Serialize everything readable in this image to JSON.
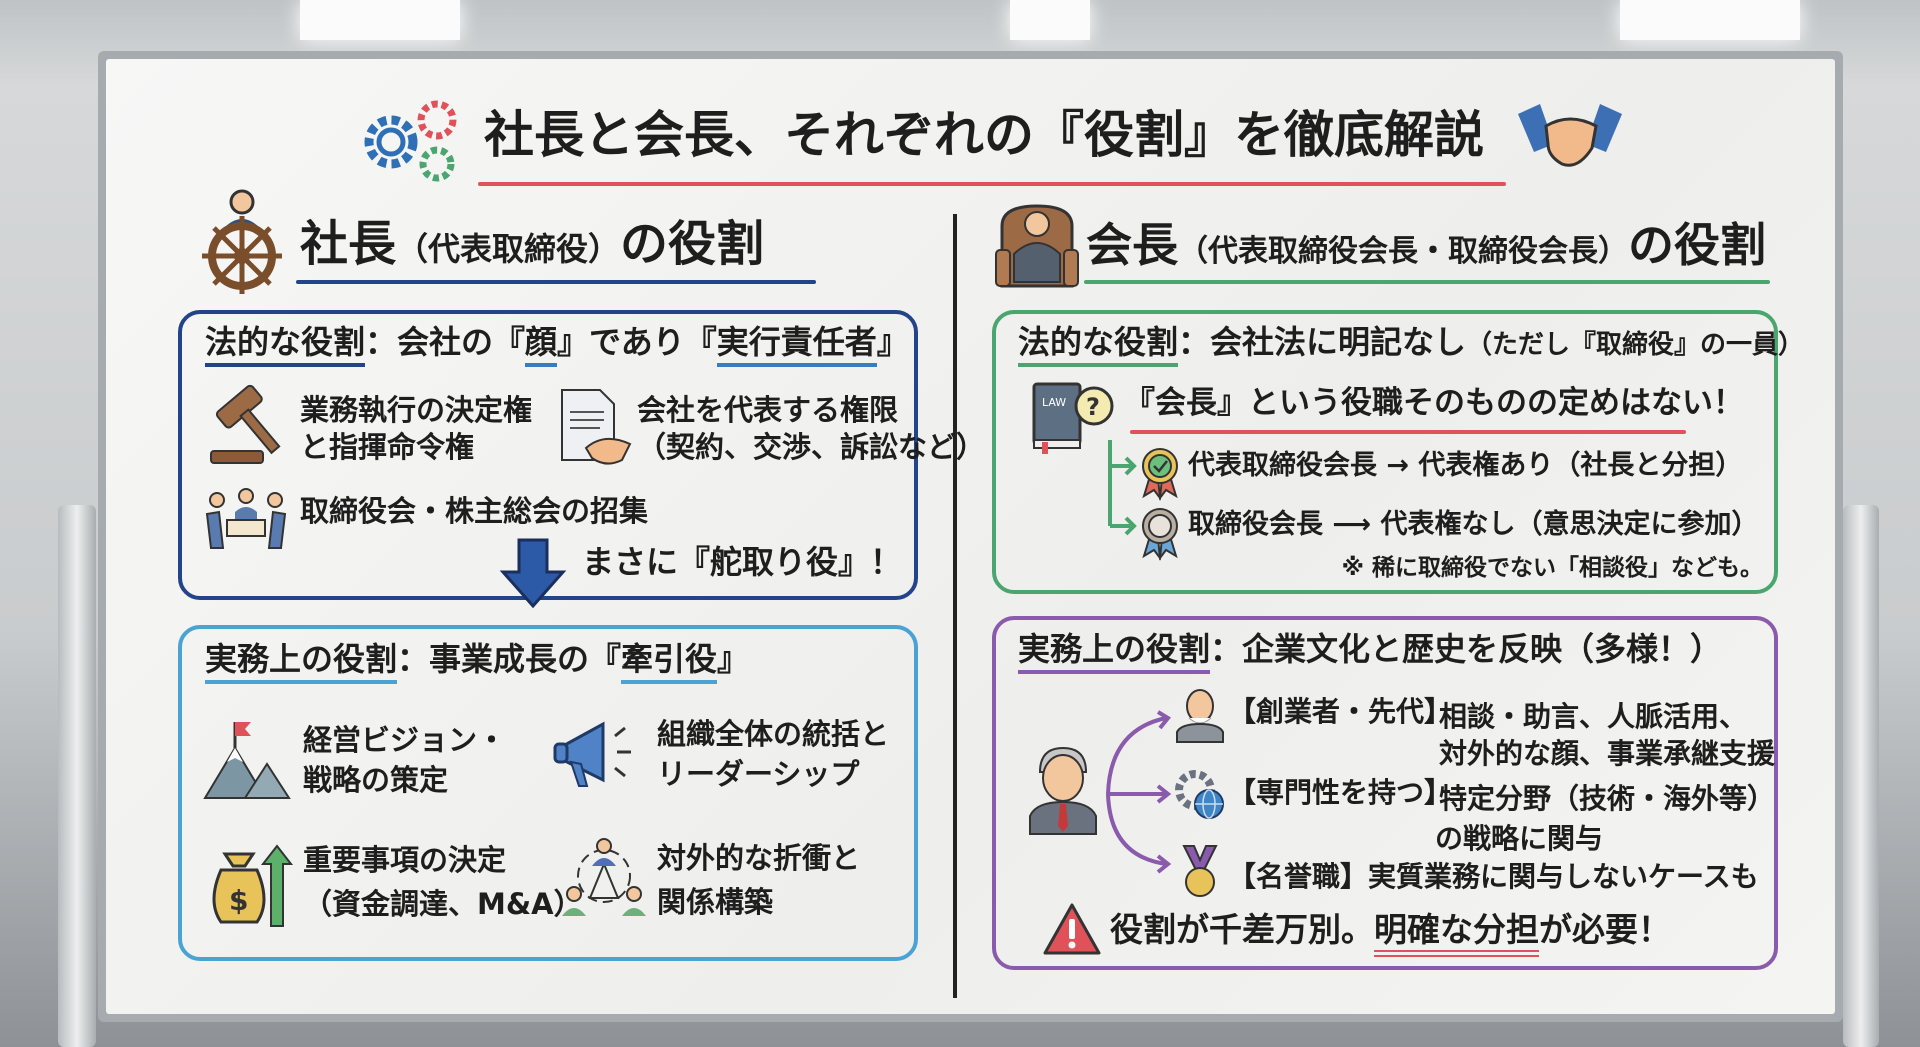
{
  "title": {
    "text": "社長と会長、それぞれの『役割』を徹底解説",
    "underline_color": "#e0525a"
  },
  "colors": {
    "navy": "#24448a",
    "sky": "#4aa3d3",
    "green": "#4aa56e",
    "purple": "#8a5aac",
    "red": "#e0525a"
  },
  "left": {
    "heading": {
      "main": "社長",
      "paren": "（代表取締役）",
      "suffix": "の役割"
    },
    "legal": {
      "header": [
        "法的な役割",
        "：会社の『",
        "顔",
        "』であり『",
        "実行責任者",
        "』"
      ],
      "items": [
        {
          "icon": "gavel-icon",
          "lines": [
            "業務執行の決定権",
            "と指揮命令権"
          ]
        },
        {
          "icon": "contract-handshake-icon",
          "lines": [
            "会社を代表する権限",
            "（契約、交渉、訴訟など）"
          ]
        },
        {
          "icon": "board-meeting-icon",
          "lines": [
            "取締役会・株主総会の招集"
          ]
        }
      ],
      "conclusion": "まさに『舵取り役』！"
    },
    "practical": {
      "header": [
        "実務上の役割",
        "：事業成長の『",
        "牽引役",
        "』"
      ],
      "items": [
        {
          "icon": "mountain-flag-icon",
          "lines": [
            "経営ビジョン・",
            "戦略の策定"
          ]
        },
        {
          "icon": "megaphone-icon",
          "lines": [
            "組織全体の統括と",
            "リーダーシップ"
          ]
        },
        {
          "icon": "money-bag-growth-icon",
          "lines": [
            "重要事項の決定",
            "（資金調達、M&A）"
          ]
        },
        {
          "icon": "network-people-icon",
          "lines": [
            "対外的な折衝と",
            "関係構築"
          ]
        }
      ]
    }
  },
  "right": {
    "heading": {
      "main": "会長",
      "paren": "（代表取締役会長・取締役会長）",
      "suffix": "の役割"
    },
    "legal": {
      "header": [
        "法的な役割",
        "：会社法に明記なし",
        "（ただし『取締役』の一員）"
      ],
      "statement": "『会長』という役職そのものの定めはない！",
      "branches": [
        {
          "icon": "award-ribbon-check-icon",
          "text": "代表取締役会長 → 代表権あり（社長と分担）"
        },
        {
          "icon": "award-ribbon-icon",
          "text": "取締役会長 ⟶ 代表権なし（意思決定に参加）"
        }
      ],
      "note": "※ 稀に取締役でない「相談役」なども。"
    },
    "practical": {
      "header": [
        "実務上の役割",
        "：企業文化と歴史を反映（多様！）"
      ],
      "roles": [
        {
          "icon": "elder-founder-icon",
          "tag": "【創業者・先代】",
          "lines": [
            "相談・助言、人脈活用、",
            "対外的な顔、事業承継支援"
          ]
        },
        {
          "icon": "gear-globe-icon",
          "tag": "【専門性を持つ】",
          "lines": [
            "特定分野（技術・海外等）",
            "の戦略に関与"
          ]
        },
        {
          "icon": "medal-icon",
          "tag": "【名誉職】",
          "lines": [
            "実質業務に関与しないケースも"
          ]
        }
      ],
      "warning": [
        "役割が千差万別。",
        "明確な分担",
        "が必要！"
      ]
    }
  }
}
